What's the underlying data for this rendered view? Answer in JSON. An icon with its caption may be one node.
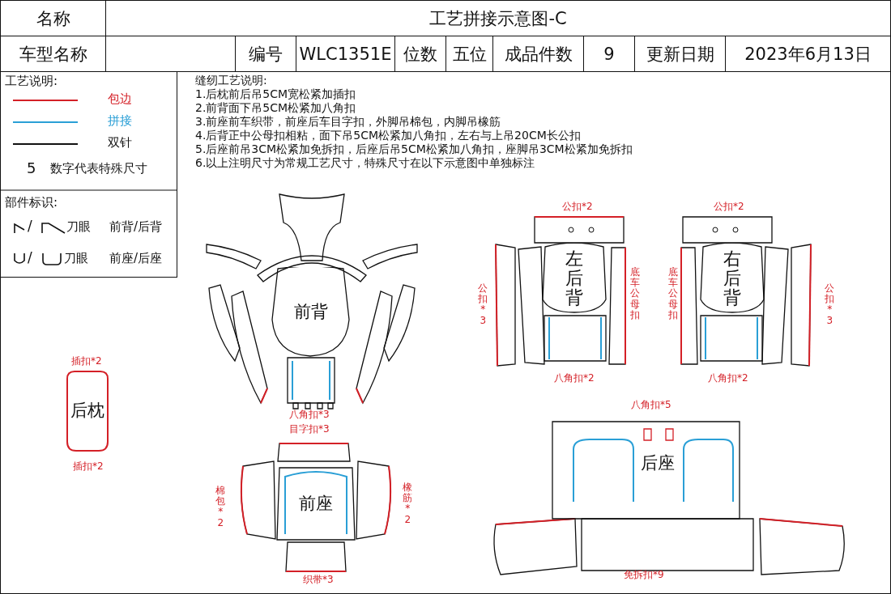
{
  "diagram": {
    "title": "工艺拼接示意图-C",
    "nodes": [
      {
        "text": [
          "前背"
        ]
      },
      {
        "text": [
          "左后背"
        ],
        "beside": [
          "公扣*2"
        ]
      },
      {
        "text": [
          "右后背"
        ],
        "beside": [
          "公扣*2"
        ]
      },
      {
        "text": [
          "后枕"
        ],
        "beside": [
          "插扣*2",
          "插扣*2"
        ]
      },
      {
        "text": [
          "前座"
        ],
        "beside": [
          "目字扣*3"
        ]
      },
      {
        "text": [
          "后座"
        ],
        "beside": [
          "八角扣*5"
        ]
      }
    ],
    "labels": [
      "名称",
      "车型名称",
      "编号",
      "WLC1351E",
      "位数",
      "五位",
      "成品件数",
      "9",
      "更新日期",
      "2023年6月13日",
      "工艺说明:",
      "5",
      "数字代表特殊尺寸",
      "部件标识:",
      "/",
      "刀眼",
      "前背/后背",
      "/",
      "刀眼",
      "前座/后座",
      "缝纫工艺说明:",
      "1.后枕前后吊5CM宽松紧加插扣",
      "2.前背面下吊5CM松紧加八角扣",
      "3.前座前车织带，前座后车目字扣，外脚吊棉包，内脚吊橡筋",
      "4.后背正中公母扣相粘，面下吊5CM松紧加八角扣，左右与上吊20CM长公扣",
      "5.后座前吊3CM松紧加免拆扣，后座后吊5CM松紧加八角扣，座脚吊3CM松紧加免拆扣",
      "6.以上注明尺寸为常规工艺尺寸，特殊尺寸在以下示意图中单独标注",
      "八角扣*3",
      "棉包*2",
      "橡筋*2",
      "织带*3",
      "公扣*3",
      "底车公母扣",
      "底车公母扣",
      "公扣*3",
      "八角扣*2",
      "八角扣*2",
      "免拆扣*9"
    ],
    "legend": [
      {
        "text": "包边"
      },
      {
        "text": "拼接"
      },
      {
        "text": "双针"
      }
    ]
  }
}
